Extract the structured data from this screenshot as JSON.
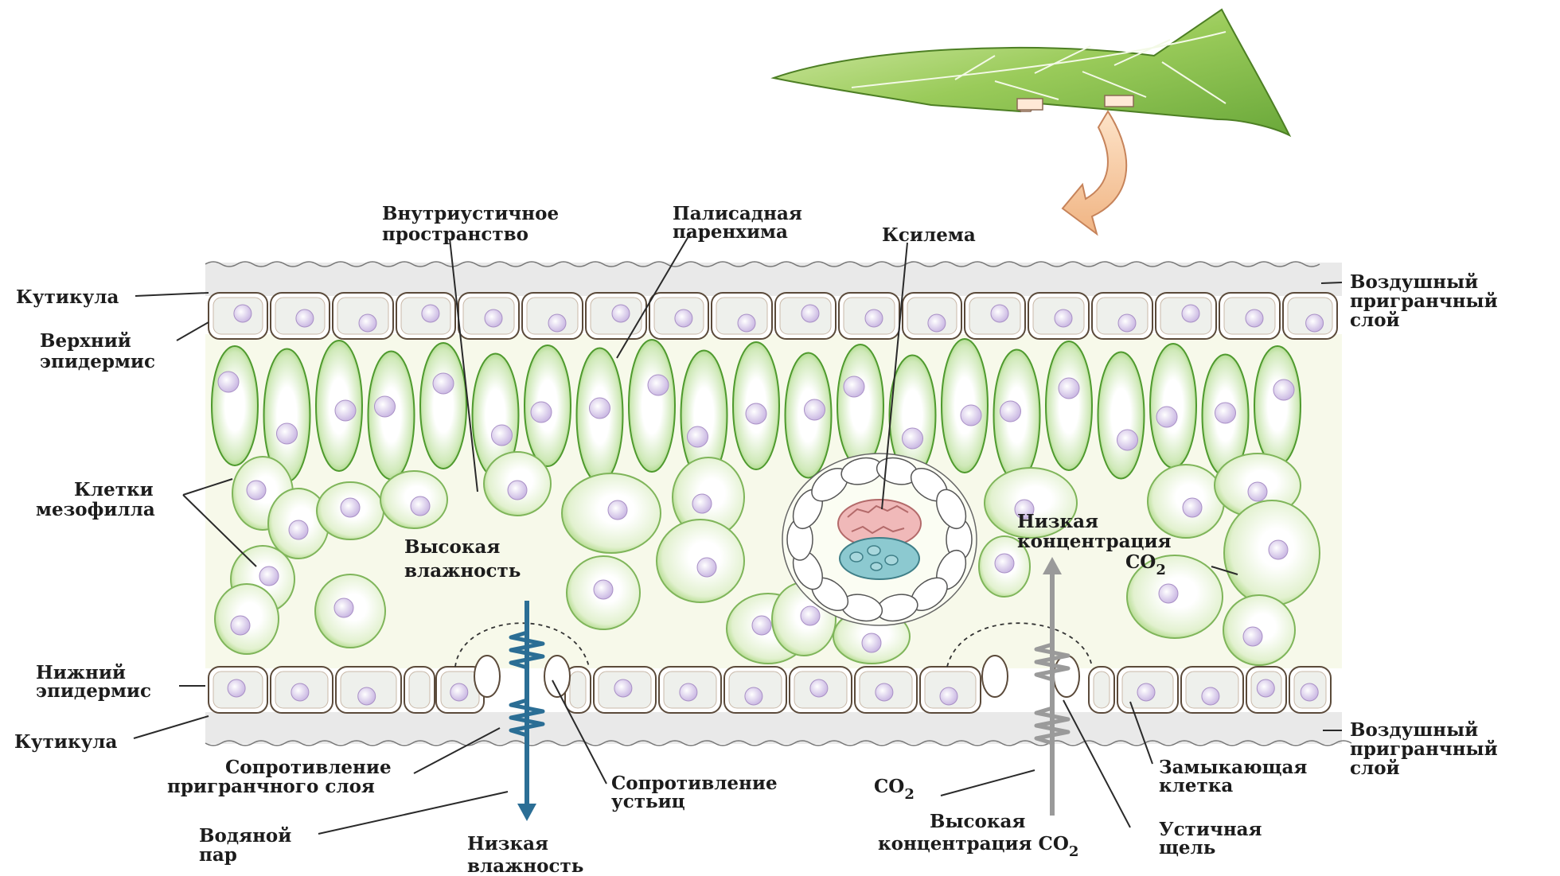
{
  "labels": {
    "cuticle_top": "Кутикула",
    "upper_epidermis": [
      "Верхний",
      "эпидермис"
    ],
    "mesophyll_cells": [
      "Клетки",
      "мезофилла"
    ],
    "lower_epidermis": [
      "Нижний",
      "эпидермис"
    ],
    "cuticle_bottom": "Кутикула",
    "substomatal_space": [
      "Внутриустичное",
      "пространство"
    ],
    "palisade": [
      "Палисадная",
      "паренхима"
    ],
    "xylem": "Ксилема",
    "boundary_top": [
      "Воздушный",
      "пригранчный",
      "слой"
    ],
    "boundary_bottom": [
      "Воздушный",
      "пригранчный",
      "слой"
    ],
    "high_humidity": [
      "Высокая",
      "влажность"
    ],
    "low_co2": [
      "Низкая",
      "концентрация"
    ],
    "co2_right": "CO",
    "co2_sub": "2",
    "boundary_resistance": [
      "Сопротивление",
      "пригранчного слоя"
    ],
    "stomatal_resistance": [
      "Сопротивление",
      "устьиц"
    ],
    "water_vapor": [
      "Водяной",
      "пар"
    ],
    "low_humidity": [
      "Низкая",
      "влажность"
    ],
    "co2_bottom": "CO",
    "high_co2": [
      "Высокая",
      "концентрация CO"
    ],
    "guard_cell": [
      "Замыкающая",
      "клетка"
    ],
    "stomatal_pore": [
      "Устичная",
      "щель"
    ]
  },
  "colors": {
    "cell_green": "#7cc24a",
    "cell_light": "#eef6dd",
    "nucleus": "#d6c8ea",
    "epidermis_fill": "#f7dccb",
    "leaf_bg": "#f7f9ea",
    "water_arrow": "#2b6e95",
    "co2_arrow": "#9a9a9a",
    "xylem_red": "#e6a0a0",
    "phloem_blue": "#7fbfc8"
  }
}
